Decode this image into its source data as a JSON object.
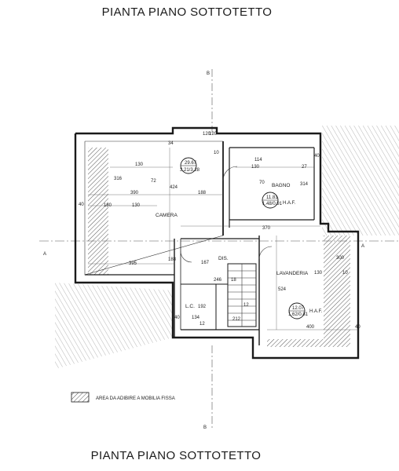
{
  "header": {
    "title": "PIANTA PIANO SOTTOTETTO"
  },
  "footer": {
    "title": "PIANTA PIANO SOTTOTETTO"
  },
  "section_marks": {
    "top": "B",
    "bottom": "B",
    "left": "A",
    "right": "A"
  },
  "rooms": {
    "camera": {
      "name": "CAMERA",
      "area": "29.67",
      "ratio": "3.21/3.28"
    },
    "bagno": {
      "name": "BAGNO",
      "area": "11.81",
      "ratio": "1.48/0.91",
      "note": "H.A.F."
    },
    "lavanderia": {
      "name": "LAVANDERIA",
      "area": "12.07",
      "ratio": "1.62/0.81",
      "note": "H.A.F."
    },
    "dis": {
      "name": "DIS."
    },
    "lc": {
      "name": "L.C."
    }
  },
  "dimensions": {
    "d130a": "130",
    "d34": "34",
    "d120a": "120",
    "d120b": "120",
    "d10": "10",
    "d130b": "130",
    "d27": "27",
    "d40a": "40",
    "d114": "114",
    "d316": "316",
    "d390": "390",
    "d188": "188",
    "d180": "180",
    "d130c": "130",
    "d40b": "40",
    "d424": "424",
    "d72": "72",
    "d314": "314",
    "d70": "70",
    "d370": "370",
    "d395": "395",
    "d167": "167",
    "d188b": "188",
    "d246": "246",
    "d18": "18",
    "d300": "300",
    "d524": "524",
    "d40c": "40",
    "d134": "134",
    "d12a": "12",
    "d12b": "12",
    "d212": "212",
    "d400": "400",
    "d40d": "40",
    "d192": "192",
    "d130d": "130",
    "d10b": "10"
  },
  "legend": {
    "label": "AREA DA ADIBIRE A MOBILIA FISSA"
  }
}
